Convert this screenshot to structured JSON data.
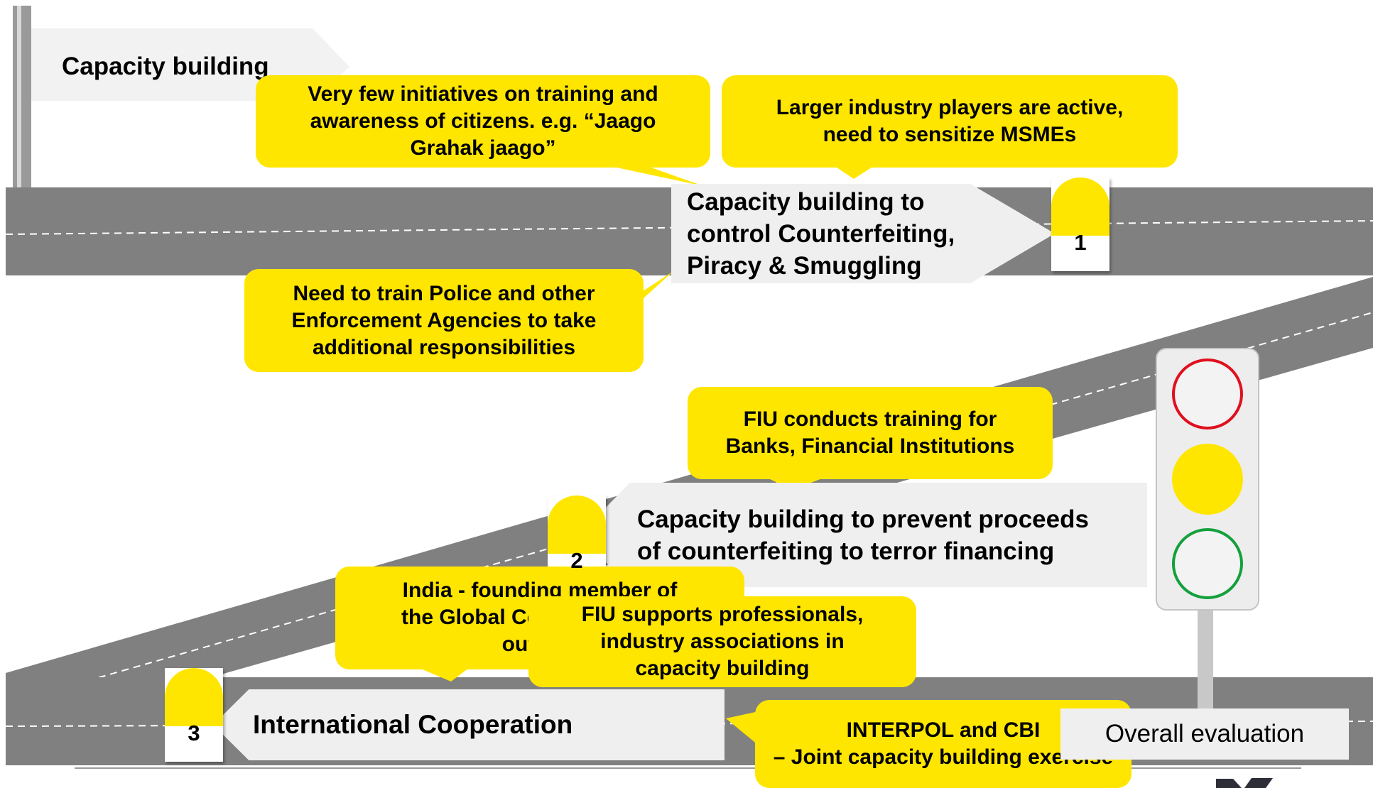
{
  "heading": "Capacity building",
  "roads": [
    {
      "number": "1",
      "label_lines": [
        "Capacity building to",
        "control Counterfeiting,",
        "Piracy & Smuggling"
      ]
    },
    {
      "number": "2",
      "label_lines": [
        "Capacity building to prevent proceeds",
        "of counterfeiting to terror financing"
      ]
    },
    {
      "number": "3",
      "label_lines": [
        "International Cooperation"
      ]
    }
  ],
  "callouts": {
    "training": [
      "Very few initiatives on training and",
      "awareness of citizens. e.g. “Jaago",
      "Grahak jaago”"
    ],
    "msme": [
      "Larger industry players are active,",
      "need to sensitize MSMEs"
    ],
    "police": [
      "Need to train Police and other",
      "Enforcement Agencies to take",
      "additional responsibilities"
    ],
    "fiu_banks": [
      "FIU conducts training for",
      "Banks, Financial Institutions"
    ],
    "india": [
      "India - founding member of",
      "the Global Counterfeiting…",
      "outside"
    ],
    "fiu_prof": [
      "FIU supports professionals,",
      "industry associations in",
      "capacity building"
    ],
    "interpol": [
      "INTERPOL and CBI",
      "– Joint capacity building exercise"
    ]
  },
  "traffic_light": {
    "caption": "Overall evaluation",
    "lamps": [
      "red",
      "yellow",
      "green"
    ],
    "lit": "yellow"
  },
  "colors": {
    "callout": "#ffe600",
    "road": "#808080",
    "label_bg": "#efefef",
    "lamp_red": "#e0101e",
    "lamp_green": "#14a03c"
  }
}
